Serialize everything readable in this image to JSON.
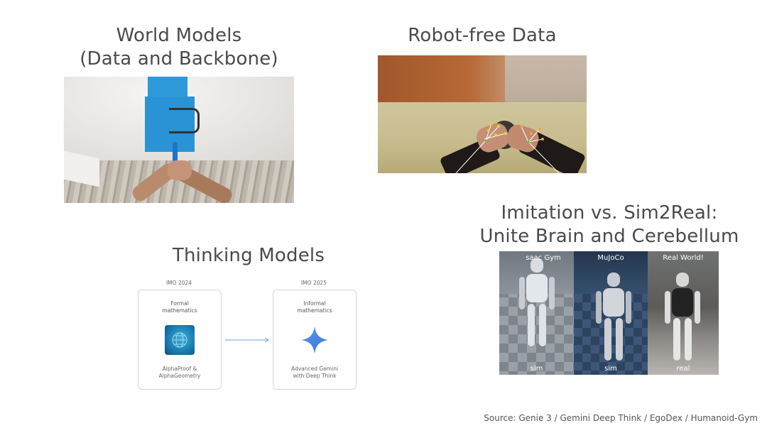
{
  "slide": {
    "world_models_title_line1": "World Models",
    "world_models_title_line2": "(Data and Backbone)",
    "robot_free_title": "Robot-free Data",
    "imitation_title_line1": "Imitation vs. Sim2Real:",
    "imitation_title_line2": "Unite Brain and Cerebellum",
    "thinking_title": "Thinking Models",
    "source": "Source: Genie 3 / Gemini Deep Think / EgoDex / Humanoid-Gym"
  },
  "thinking_diagram": {
    "left": {
      "year": "IMO 2024",
      "heading_line1": "Formal",
      "heading_line2": "mathematics",
      "caption_line1": "AlphaProof &",
      "caption_line2": "AlphaGeometry",
      "icon": "alphaproof-logo-icon"
    },
    "right": {
      "year": "IMO 2025",
      "heading_line1": "Informal",
      "heading_line2": "mathematics",
      "caption_line1": "Advanced Gemini",
      "caption_line2": "with Deep Think",
      "icon": "gemini-star-icon"
    },
    "colors": {
      "gemini": "#4a86e8",
      "arrow": "#6b9be0"
    }
  },
  "robot_panels": {
    "panels": [
      {
        "top_label": "saac Gym",
        "bottom_label": "sim"
      },
      {
        "top_label": "MuJoCo",
        "bottom_label": "sim"
      },
      {
        "top_label": "Real World!",
        "bottom_label": "real"
      }
    ]
  }
}
